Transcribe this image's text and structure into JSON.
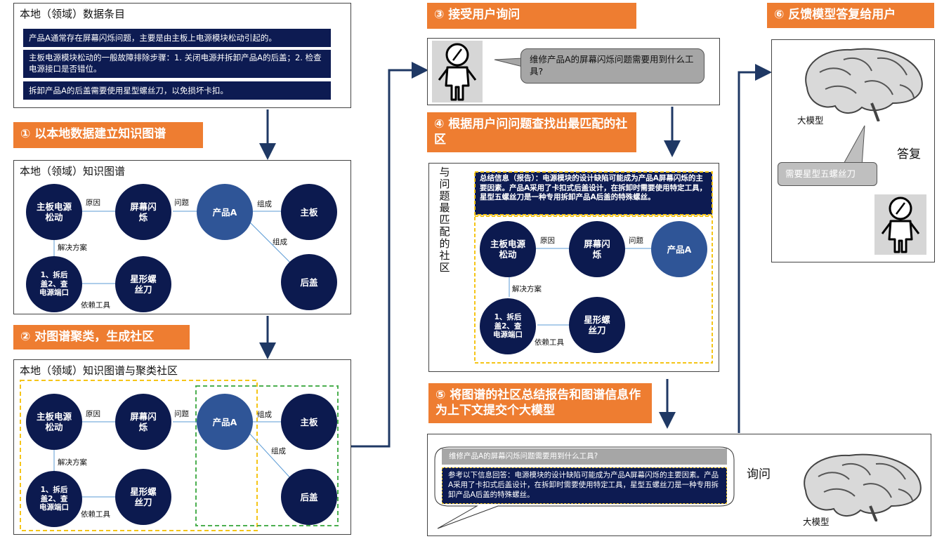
{
  "panel1": {
    "title": "本地（领域）数据条目",
    "entries": [
      "产品A通常存在屏幕闪烁问题，主要是由主板上电源模块松动引起的。",
      "主板电源模块松动的一般故障排除步骤：1. 关闭电源并拆卸产品A的后盖；2. 检查电源接口是否错位。",
      "拆卸产品A的后盖需要使用星型螺丝刀，以免损坏卡扣。"
    ]
  },
  "steps": {
    "s1": "① 以本地数据建立知识图谱",
    "s2": "② 对图谱聚类，生成社区",
    "s3": "③ 接受用户询问",
    "s4": "④ 根据用户问问题查找出最匹配的社区",
    "s5": "⑤ 将图谱的社区总结报告和图谱信息作为上下文提交个大模型",
    "s6": "⑥ 反馈模型答复给用户"
  },
  "panel2": {
    "title": "本地（领域）知识图谱"
  },
  "panel3": {
    "title": "本地（领域）知识图谱与聚类社区"
  },
  "graph": {
    "nodes": {
      "mb_power": "主板电源松动",
      "flicker": "屏幕闪烁",
      "product": "产品A",
      "mainboard": "主板",
      "cover": "后盖",
      "steps": "1、拆后盖2、查电源端口",
      "screwdriver": "星形螺丝刀"
    },
    "edges": {
      "cause": "原因",
      "problem": "问题",
      "compose1": "组成",
      "compose2": "组成",
      "solution": "解决方案",
      "tool": "依赖工具"
    }
  },
  "query": {
    "question": "维修产品A的屏幕闪烁问题需要用到什么工具?"
  },
  "community": {
    "side_label": "与问题最匹配的社区",
    "summary": "总结信息（报告）：电源模块的设计缺陷可能成为产品A屏幕闪烁的主要因素。产品A采用了卡扣式后盖设计，在拆卸时需要使用特定工具，星型五螺丝刀是一种专用拆卸产品A后盖的特殊螺丝。"
  },
  "context": {
    "question": "维修产品A的屏幕闪烁问题需要用到什么工具?",
    "reference": "参考以下信息回答：电源模块的设计缺陷可能成为产品A屏幕闪烁的主要因素。产品A采用了卡扣式后盖设计，在拆卸时需要使用特定工具，星型五螺丝刀是一种专用拆卸产品A后盖的特殊螺丝。",
    "ask_label": "询问",
    "model_label": "大模型"
  },
  "answer": {
    "model_label": "大模型",
    "reply_label": "答复",
    "reply_text": "需要星型五螺丝刀"
  },
  "colors": {
    "navy": "#0c1a4f",
    "product": "#2f5597",
    "orange": "#ee7d31",
    "community_yellow": "#f5c518",
    "community_green": "#4caf50"
  }
}
